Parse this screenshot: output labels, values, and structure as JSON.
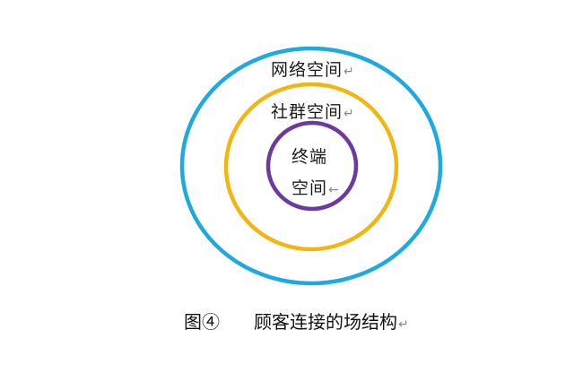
{
  "diagram": {
    "rings": [
      {
        "name": "network-space",
        "label": "网络空间",
        "color": "#1ea9df"
      },
      {
        "name": "community-space",
        "label": "社群空间",
        "color": "#f2b613"
      },
      {
        "name": "terminal-space",
        "label_line1": "终端",
        "label_line2": "空间",
        "color": "#6a3a9e"
      }
    ],
    "return_mark": "↵",
    "small_return_mark": "←"
  },
  "caption": {
    "number": "图④",
    "title": "顾客连接的场结构"
  }
}
